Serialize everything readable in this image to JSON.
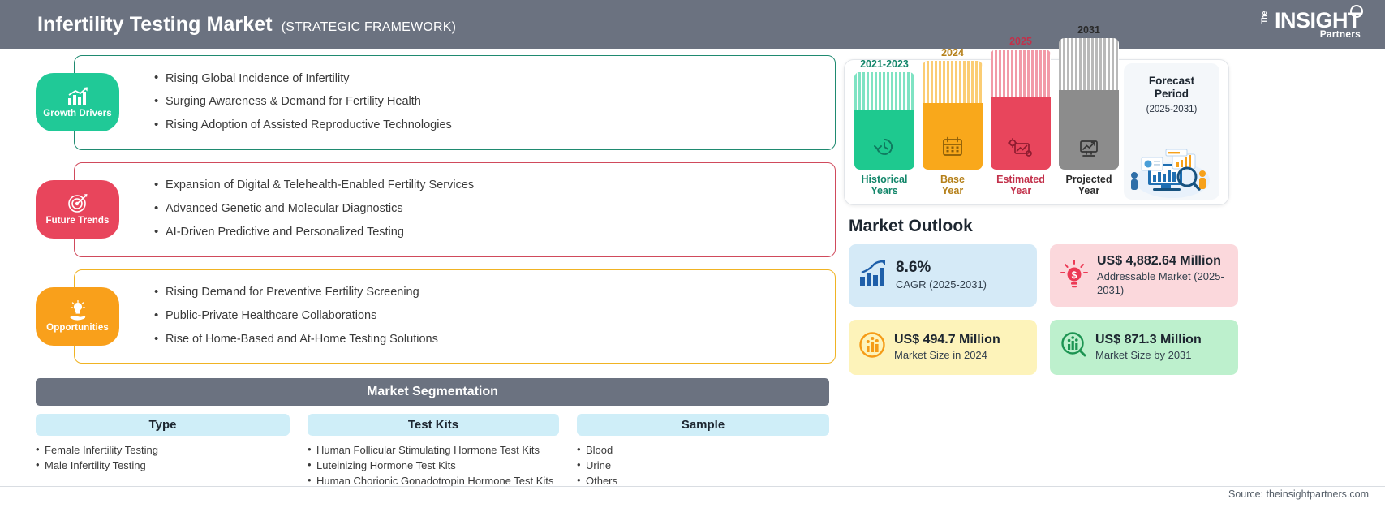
{
  "header": {
    "title": "Infertility Testing Market",
    "subtitle": "(STRATEGIC FRAMEWORK)",
    "logo": {
      "the": "The",
      "main": "INSIGHT",
      "sub": "Partners"
    }
  },
  "sections": [
    {
      "badge": "Growth Drivers",
      "icon": "bar-chart-arrow-icon",
      "color": "#20c997",
      "border": "#1f8a70",
      "items": [
        "Rising Global Incidence of Infertility",
        "Surging Awareness & Demand for Fertility Health",
        "Rising Adoption of Assisted Reproductive Technologies"
      ]
    },
    {
      "badge": "Future Trends",
      "icon": "target-dartboard-icon",
      "color": "#e8455c",
      "border": "#d04a5c",
      "items": [
        "Expansion of Digital & Telehealth-Enabled Fertility Services",
        "Advanced Genetic and Molecular Diagnostics",
        "AI-Driven Predictive and Personalized Testing"
      ]
    },
    {
      "badge": "Opportunities",
      "icon": "lightbulb-hand-icon",
      "color": "#f9a01b",
      "border": "#f0b323",
      "items": [
        "Rising Demand for Preventive Fertility Screening",
        "Public-Private Healthcare Collaborations",
        "Rise of Home-Based and At-Home Testing Solutions"
      ]
    }
  ],
  "segmentation": {
    "title": "Market Segmentation",
    "columns": [
      {
        "header": "Type",
        "items": [
          "Female Infertility Testing",
          "Male Infertility Testing"
        ]
      },
      {
        "header": "Test Kits",
        "items": [
          "Human Follicular Stimulating Hormone Test Kits",
          "Luteinizing Hormone Test Kits",
          "Human Chorionic Gonadotropin Hormone Test Kits"
        ]
      },
      {
        "header": "Sample",
        "items": [
          "Blood",
          "Urine",
          "Others"
        ]
      }
    ]
  },
  "timeline": {
    "bars": [
      {
        "year": "2021-2023",
        "label_line1": "Historical",
        "label_line2": "Years",
        "color": "#1ec98f",
        "color_light": "#7fe3c3",
        "text_color": "#13866a",
        "icon": "clock-history-icon",
        "height": 120
      },
      {
        "year": "2024",
        "label_line1": "Base",
        "label_line2": "Year",
        "color": "#f9a81b",
        "color_light": "#fbcd74",
        "text_color": "#b5801a",
        "icon": "calendar-icon",
        "height": 134
      },
      {
        "year": "2025",
        "label_line1": "Estimated",
        "label_line2": "Year",
        "color": "#e8455c",
        "color_light": "#f29aa8",
        "text_color": "#c2304a",
        "icon": "gears-chart-icon",
        "height": 148
      },
      {
        "year": "2031",
        "label_line1": "Projected",
        "label_line2": "Year",
        "color": "#8c8c8c",
        "color_light": "#cfcfcf",
        "text_color": "#3a3a3a",
        "icon": "monitor-growth-icon",
        "height": 162
      }
    ],
    "forecast": {
      "title_line1": "Forecast",
      "title_line2": "Period",
      "range": "(2025-2031)",
      "illustration": "analytics-people-illustration"
    }
  },
  "outlook": {
    "title": "Market Outlook",
    "cards": [
      {
        "value": "8.6%",
        "sub": "CAGR (2025-2031)",
        "icon": "growth-chart-icon",
        "icon_color": "#1f5fa9",
        "bg": "#d5eaf7"
      },
      {
        "value": "US$ 4,882.64 Million",
        "sub": "Addressable Market (2025-2031)",
        "icon": "lightbulb-dollar-icon",
        "icon_color": "#ec3a55",
        "bg": "#fbd8dc"
      },
      {
        "value": "US$ 494.7 Million",
        "sub": "Market Size in 2024",
        "icon": "bar-chart-circle-icon",
        "icon_color": "#f59b16",
        "bg": "#fdf3ba"
      },
      {
        "value": "US$ 871.3 Million",
        "sub": "Market Size by 2031",
        "icon": "magnifier-chart-icon",
        "icon_color": "#1d9452",
        "bg": "#bdf0cd"
      }
    ]
  },
  "source": "Source: theinsightpartners.com"
}
